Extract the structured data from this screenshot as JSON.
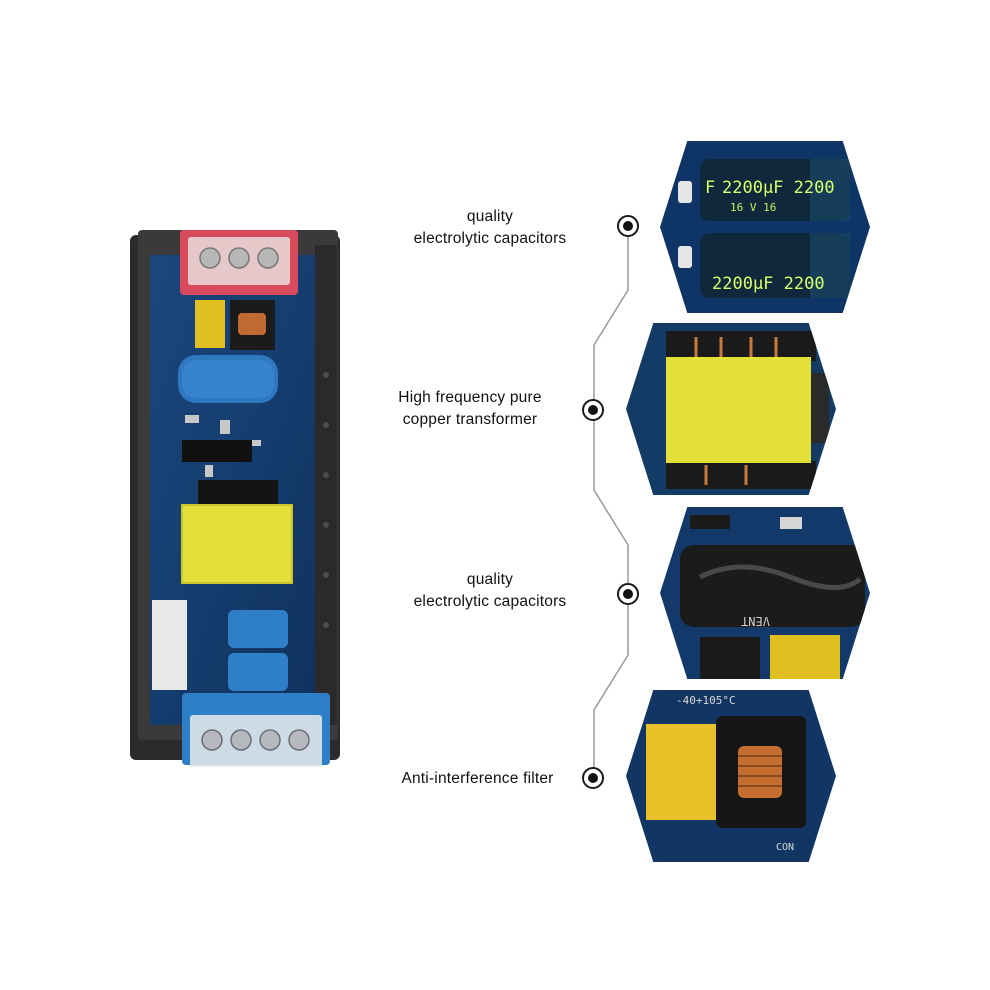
{
  "callouts": [
    {
      "line1": "quality",
      "line2": "electrolytic capacitors",
      "image_icon": "capacitor-2200uf-closeup"
    },
    {
      "line1": "High frequency pure",
      "line2": "copper transformer",
      "image_icon": "yellow-transformer-closeup"
    },
    {
      "line1": "quality",
      "line2": "electrolytic capacitors",
      "image_icon": "black-capacitor-closeup"
    },
    {
      "line1": "Anti-interference filter",
      "line2": "",
      "image_icon": "common-mode-choke-closeup"
    }
  ],
  "photo_markings": {
    "capacitor_top": "2200µF 2200",
    "capacitor_bottom": "2200µF 2200",
    "capacitor_voltage": "16  V  16",
    "prefix_f": "F",
    "capacitor_brand": "VENT",
    "filter_temp": "-40+105°C",
    "filter_label": "CON"
  },
  "colors": {
    "pcb_blue": "#123a6b",
    "transformer_yellow": "#e4e03a",
    "terminal_red": "#d94a5c",
    "terminal_blue": "#2f7fc8",
    "chassis": "#2b2b2b"
  }
}
